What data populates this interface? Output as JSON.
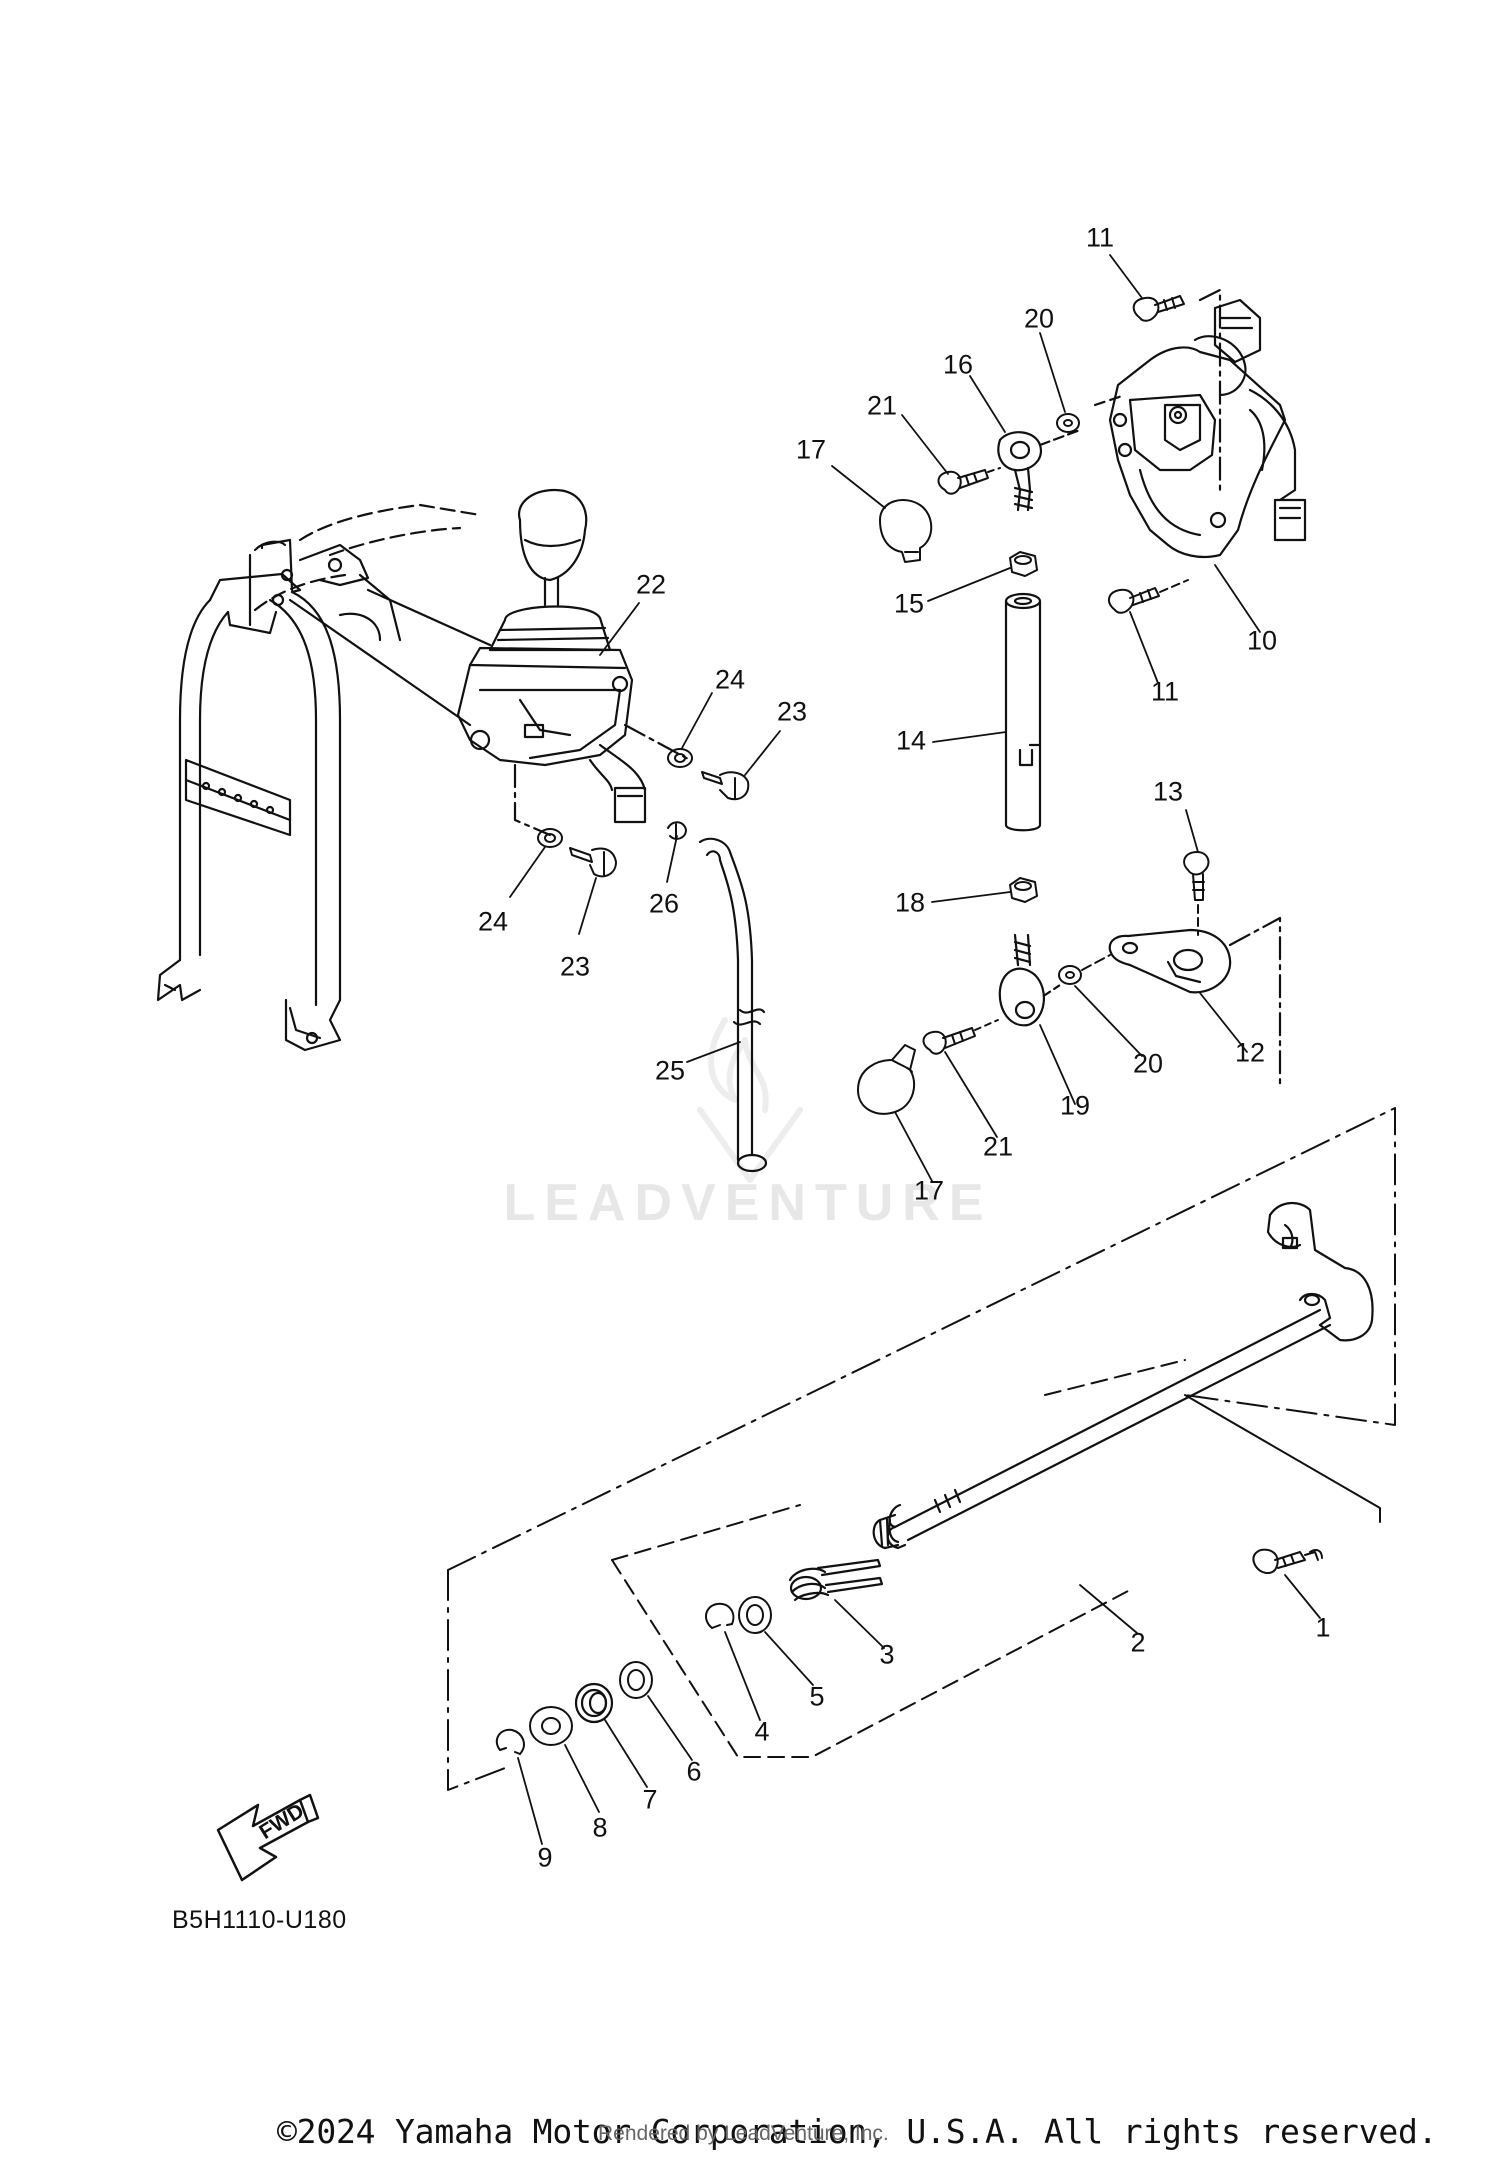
{
  "diagram": {
    "code": "B5H1110-U180",
    "copyright": "©2024 Yamaha Motor Corporation, U.S.A. All rights reserved.",
    "rendered_by": "Rendered by LeadVenture, Inc.",
    "watermark": "LEADVENTURE",
    "fwd_label": "FWD"
  },
  "callouts": {
    "c1": "1",
    "c2": "2",
    "c3": "3",
    "c4": "4",
    "c5": "5",
    "c6": "6",
    "c7": "7",
    "c8": "8",
    "c9": "9",
    "c10": "10",
    "c11a": "11",
    "c11b": "11",
    "c12": "12",
    "c13": "13",
    "c14": "14",
    "c15": "15",
    "c16": "16",
    "c17a": "17",
    "c17b": "17",
    "c18": "18",
    "c19": "19",
    "c20a": "20",
    "c20b": "20",
    "c21a": "21",
    "c21b": "21",
    "c22": "22",
    "c23a": "23",
    "c23b": "23",
    "c24a": "24",
    "c24b": "24",
    "c25": "25",
    "c26": "26"
  }
}
